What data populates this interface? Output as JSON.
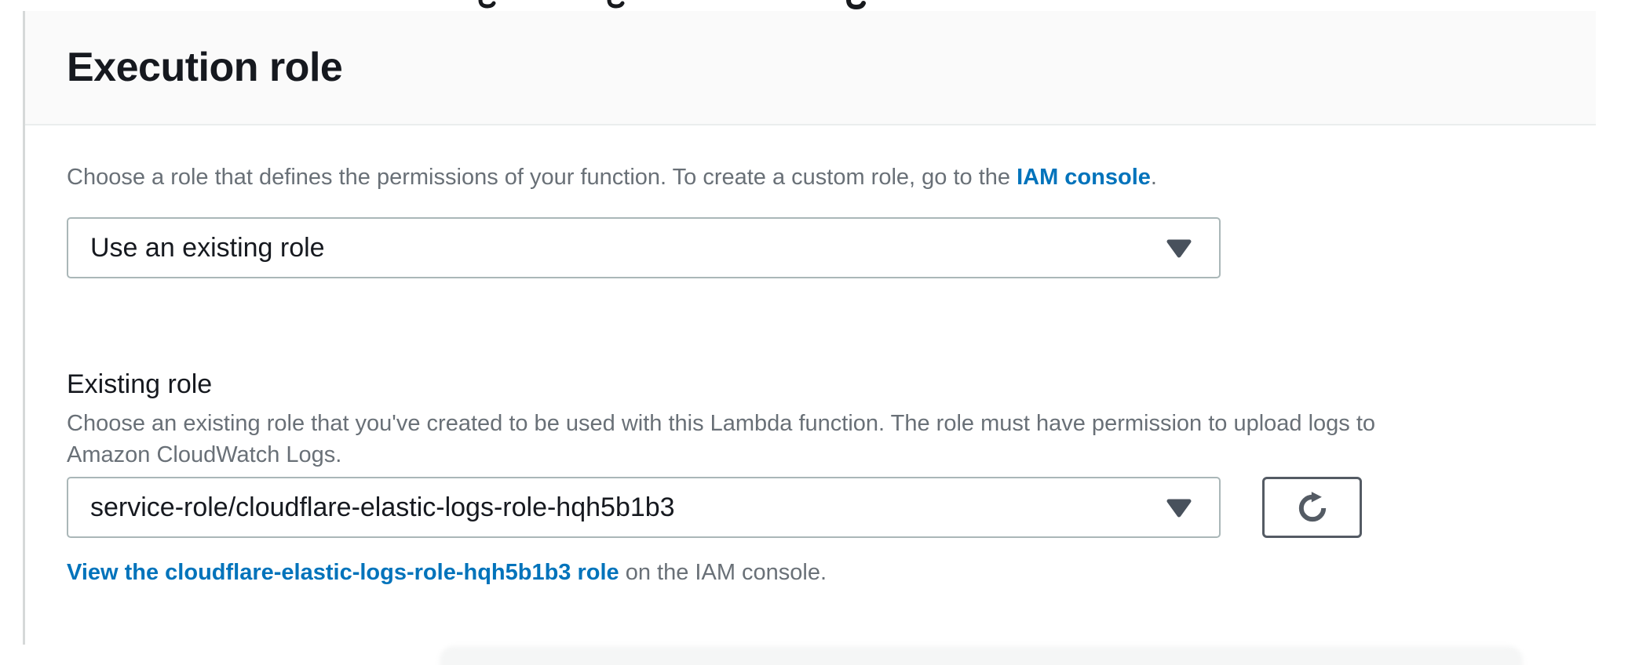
{
  "colors": {
    "link_blue": "#0073bb",
    "heading_text": "#16191f",
    "secondary_text": "#697077",
    "select_border": "#aab7b8",
    "button_border": "#545b64",
    "divider": "#eaeded",
    "header_bg": "#fafafa",
    "caret": "#48515c"
  },
  "panel": {
    "title": "Execution role",
    "intro": {
      "text_before_link": "Choose a role that defines the permissions of your function. To create a custom role, go to the ",
      "link_label": "IAM console",
      "text_after_link": "."
    },
    "role_source_select": {
      "value": "Use an existing role"
    },
    "existing_role": {
      "label": "Existing role",
      "description_lines": [
        "Choose an existing role that you've created to be used with this Lambda function. The role must have permission to upload logs to",
        "Amazon CloudWatch Logs."
      ],
      "select_value": "service-role/cloudflare-elastic-logs-role-hqh5b1b3",
      "view_link_label": "View the cloudflare-elastic-logs-role-hqh5b1b3 role",
      "view_link_suffix": " on the IAM console."
    }
  }
}
